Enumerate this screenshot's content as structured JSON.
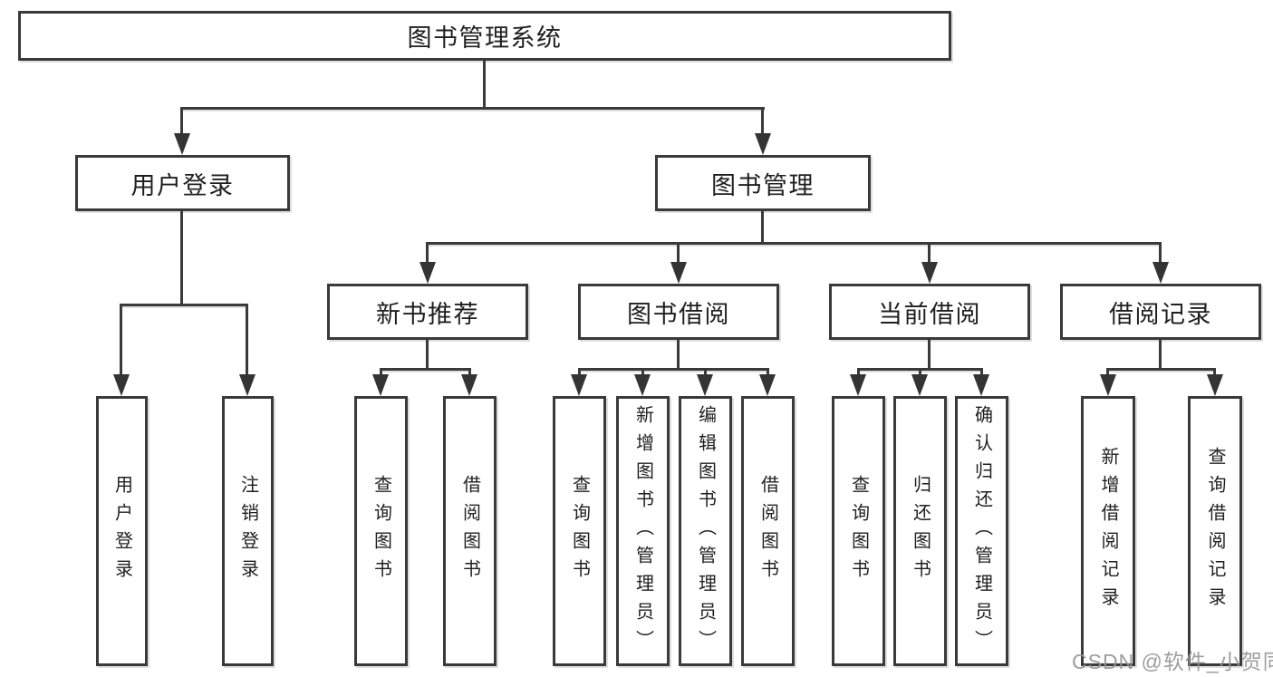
{
  "diagram": {
    "title": "图书管理系统",
    "type": "hierarchy-tree",
    "colors": {
      "line": "#3a3a3a",
      "box_border": "#3a3a3a",
      "text": "#1f1f1f",
      "background": "#ffffff",
      "watermark": "#969696"
    }
  },
  "tree": {
    "label": "图书管理系统",
    "children": [
      {
        "label": "用户登录",
        "children": [
          {
            "label": "用户登录"
          },
          {
            "label": "注销登录"
          }
        ]
      },
      {
        "label": "图书管理",
        "children": [
          {
            "label": "新书推荐",
            "children": [
              {
                "label": "查询图书"
              },
              {
                "label": "借阅图书"
              }
            ]
          },
          {
            "label": "图书借阅",
            "children": [
              {
                "label": "查询图书"
              },
              {
                "label": "新增图书（管理员）"
              },
              {
                "label": "编辑图书（管理员）"
              },
              {
                "label": "借阅图书"
              }
            ]
          },
          {
            "label": "当前借阅",
            "children": [
              {
                "label": "查询图书"
              },
              {
                "label": "归还图书"
              },
              {
                "label": "确认归还（管理员）"
              }
            ]
          },
          {
            "label": "借阅记录",
            "children": [
              {
                "label": "新增借阅记录"
              },
              {
                "label": "查询借阅记录"
              }
            ]
          }
        ]
      }
    ]
  },
  "watermark": "CSDN @软件_小贺同学"
}
